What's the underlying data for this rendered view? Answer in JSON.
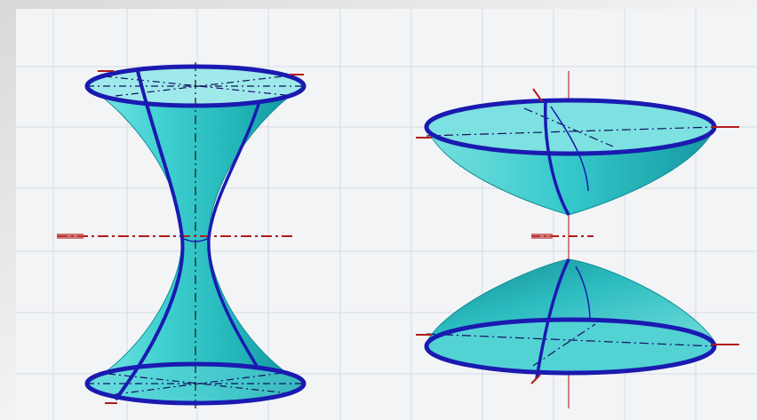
{
  "figure": {
    "surfaces": [
      {
        "name": "hyperboloid-one-sheet",
        "kind": "hyperboloid of one sheet"
      },
      {
        "name": "hyperboloid-two-sheets",
        "kind": "hyperboloid of two sheets"
      }
    ],
    "colors": {
      "surface": "#2fc4c6",
      "surface_dark": "#149aa2",
      "surface_light": "#7fe6e6",
      "curve": "#1a1ab0",
      "axis": "#b01818",
      "grid": "#d0d8e2",
      "background": "#ececec"
    },
    "grid": true
  }
}
